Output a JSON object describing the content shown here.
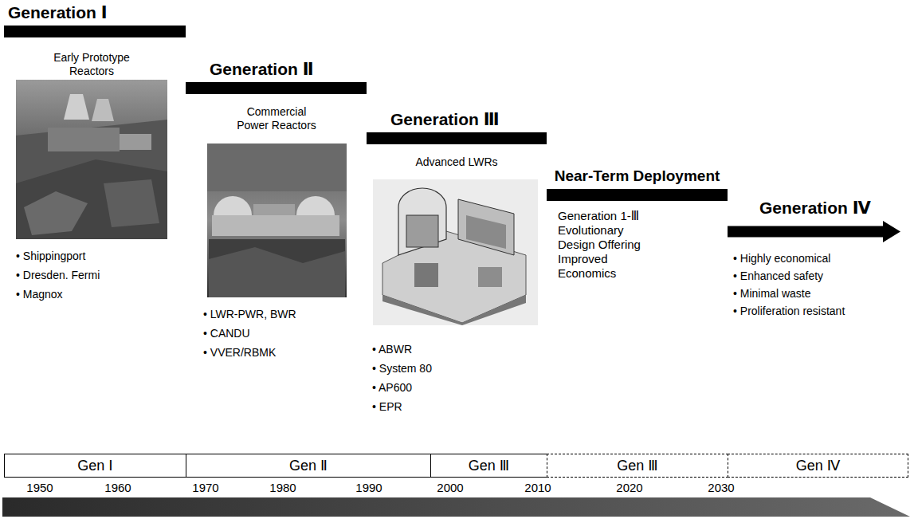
{
  "diagram": {
    "nodes": [
      {
        "text": [
          "Generation Ⅰ"
        ]
      },
      {
        "text": [
          "Generation Ⅱ"
        ]
      },
      {
        "text": [
          "Generation Ⅲ"
        ]
      },
      {
        "text": [
          "Near-Term Deployment"
        ]
      },
      {
        "text": [
          "Generation Ⅳ"
        ]
      },
      {
        "text": [
          "Gen Ⅰ"
        ]
      },
      {
        "text": [
          "Gen Ⅱ"
        ]
      },
      {
        "text": [
          "Gen Ⅲ"
        ]
      },
      {
        "text": [
          "Gen Ⅲ"
        ]
      },
      {
        "text": [
          "Gen Ⅳ"
        ]
      }
    ],
    "labels": [
      "Early Prototype Reactors",
      "• Shippingport",
      "• Dresden. Fermi",
      "• Magnox",
      "Commercial Power Reactors",
      "• LWR-PWR, BWR",
      "• CANDU",
      "• VVER/RBMK",
      "Advanced LWRs",
      "• ABWR",
      "• System 80",
      "• AP600",
      "• EPR",
      "Generation 1-Ⅲ Evolutionary Design Offering Improved Economics",
      "• Highly economical",
      "• Enhanced safety",
      "• Minimal waste",
      "• Proliferation resistant",
      "1950",
      "1960",
      "1970",
      "1980",
      "1990",
      "2000",
      "2010",
      "2020",
      "2030"
    ]
  }
}
